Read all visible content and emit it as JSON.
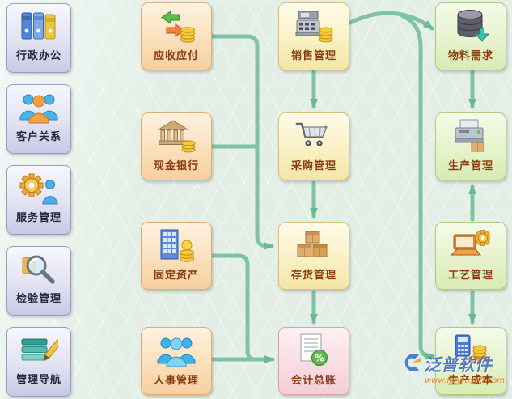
{
  "sidebar": {
    "items": [
      {
        "label": "行政办公",
        "icon": "binders-icon"
      },
      {
        "label": "客户关系",
        "icon": "customers-icon"
      },
      {
        "label": "服务管理",
        "icon": "service-gear-icon"
      },
      {
        "label": "检验管理",
        "icon": "magnifier-icon"
      },
      {
        "label": "管理导航",
        "icon": "nav-list-icon"
      }
    ]
  },
  "flow": {
    "finance": [
      {
        "label": "应收应付"
      },
      {
        "label": "现金银行"
      },
      {
        "label": "固定资产"
      },
      {
        "label": "人事管理"
      }
    ],
    "core": [
      {
        "label": "销售管理"
      },
      {
        "label": "采购管理"
      },
      {
        "label": "存货管理"
      },
      {
        "label": "会计总账"
      }
    ],
    "production": [
      {
        "label": "物料需求"
      },
      {
        "label": "生产管理"
      },
      {
        "label": "工艺管理"
      },
      {
        "label": "生产成本"
      }
    ]
  },
  "watermark": {
    "brand": "泛普软件",
    "url": "www.fanpusoft.com"
  },
  "colors": {
    "background": "#e3efe6",
    "arrow": "#7fc3a2",
    "finance_box": "#f6cf9e",
    "core_box": "#f3e6a4",
    "production_box": "#d7ebb4",
    "ledger_box": "#f4cdd8",
    "module_label": "#8a3c10"
  }
}
